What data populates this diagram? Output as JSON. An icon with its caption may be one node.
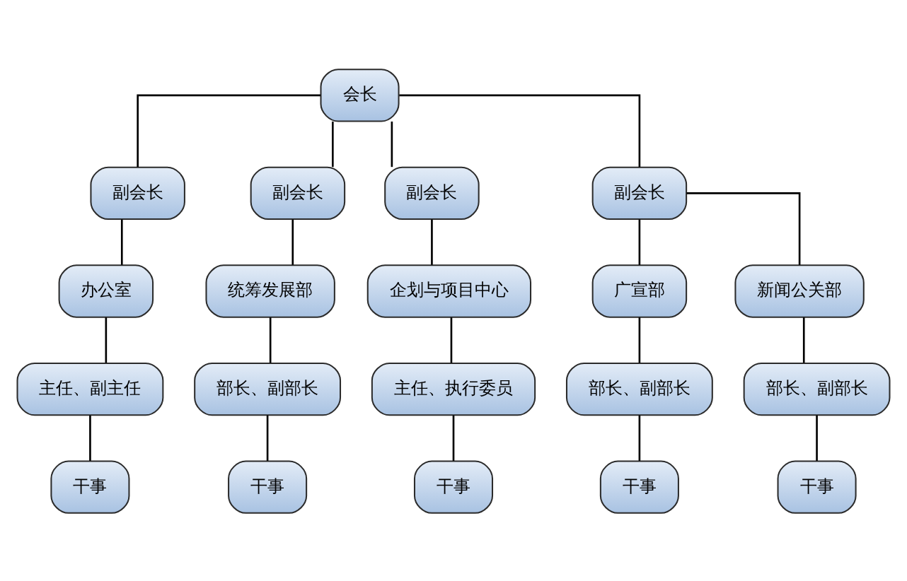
{
  "diagram": {
    "nodes": [
      {
        "text": [
          "会长"
        ]
      },
      {
        "text": [
          "副会长"
        ]
      },
      {
        "text": [
          "副会长"
        ]
      },
      {
        "text": [
          "副会长"
        ]
      },
      {
        "text": [
          "副会长"
        ]
      },
      {
        "text": [
          "办公室"
        ]
      },
      {
        "text": [
          "统筹发展部"
        ]
      },
      {
        "text": [
          "企划与项目中心"
        ]
      },
      {
        "text": [
          "广宣部"
        ]
      },
      {
        "text": [
          "新闻公关部"
        ]
      },
      {
        "text": [
          "主任、副主任"
        ]
      },
      {
        "text": [
          "部长、副部长"
        ]
      },
      {
        "text": [
          "主任、执行委员"
        ]
      },
      {
        "text": [
          "部长、副部长"
        ]
      },
      {
        "text": [
          "部长、副部长"
        ]
      },
      {
        "text": [
          "干事"
        ]
      },
      {
        "text": [
          "干事"
        ]
      },
      {
        "text": [
          "干事"
        ]
      },
      {
        "text": [
          "干事"
        ]
      },
      {
        "text": [
          "干事"
        ]
      }
    ],
    "edges": [
      {
        "from": 0,
        "to": 1,
        "arrow": "none"
      },
      {
        "from": 0,
        "to": 2,
        "arrow": "none"
      },
      {
        "from": 0,
        "to": 3,
        "arrow": "none"
      },
      {
        "from": 0,
        "to": 4,
        "arrow": "none"
      },
      {
        "from": 1,
        "to": 5,
        "arrow": "none"
      },
      {
        "from": 2,
        "to": 6,
        "arrow": "none"
      },
      {
        "from": 3,
        "to": 7,
        "arrow": "none"
      },
      {
        "from": 4,
        "to": 8,
        "arrow": "none"
      },
      {
        "from": 4,
        "to": 9,
        "arrow": "none"
      },
      {
        "from": 5,
        "to": 10,
        "arrow": "none"
      },
      {
        "from": 6,
        "to": 11,
        "arrow": "none"
      },
      {
        "from": 7,
        "to": 12,
        "arrow": "none"
      },
      {
        "from": 8,
        "to": 13,
        "arrow": "none"
      },
      {
        "from": 9,
        "to": 14,
        "arrow": "none"
      },
      {
        "from": 10,
        "to": 15,
        "arrow": "none"
      },
      {
        "from": 11,
        "to": 16,
        "arrow": "none"
      },
      {
        "from": 12,
        "to": 17,
        "arrow": "none"
      },
      {
        "from": 13,
        "to": 18,
        "arrow": "none"
      },
      {
        "from": 14,
        "to": 19,
        "arrow": "none"
      }
    ]
  }
}
